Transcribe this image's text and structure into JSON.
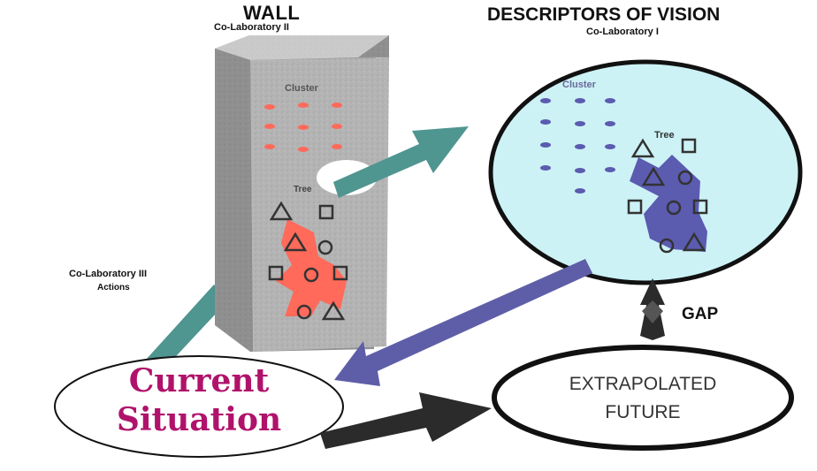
{
  "title_wall": "WALL",
  "subtitle_wall": "Co-Laboratory II",
  "title_vision": "DESCRIPTORS OF VISION",
  "subtitle_vision": "Co-Laboratory I",
  "wall_cluster_label": "Cluster",
  "wall_tree_label": "Tree",
  "vision_cluster_label": "Cluster",
  "vision_tree_label": "Tree",
  "colab3_label": "Co-Laboratory III",
  "colab3_actions": "Actions",
  "gap_label": "GAP",
  "current_situation": {
    "line1": "Current",
    "line2": "Situation"
  },
  "extrapolated_future": {
    "line1": "EXTRAPOLATED",
    "line2": "FUTURE"
  },
  "colors": {
    "teal_arrow": "#4f9590",
    "purple_arrow": "#5e5ea8",
    "black_arrow": "#2b2b2b",
    "current_text": "#b0126b",
    "wall_marks": "#ff6a5a",
    "vision_marks": "#5b5bb0",
    "vision_fill": "#ccf2f6"
  }
}
